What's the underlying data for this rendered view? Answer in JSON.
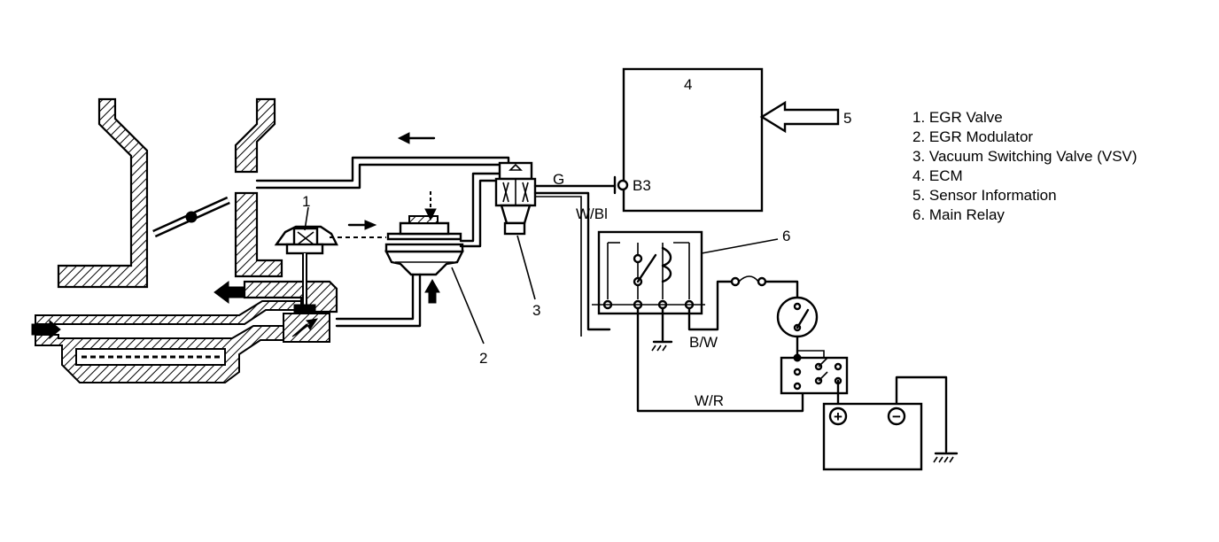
{
  "labels": {
    "n1": "1",
    "n2": "2",
    "n3": "3",
    "n4": "4",
    "n5": "5",
    "n6": "6",
    "g": "G",
    "b3": "B3",
    "wbl": "W/Bl",
    "bw": "B/W",
    "wr": "W/R"
  },
  "legend": [
    "1. EGR Valve",
    "2. EGR Modulator",
    "3. Vacuum Switching Valve (VSV)",
    "4. ECM",
    "5. Sensor Information",
    "6. Main Relay"
  ],
  "icons": {
    "plus": "+",
    "minus": "−"
  }
}
